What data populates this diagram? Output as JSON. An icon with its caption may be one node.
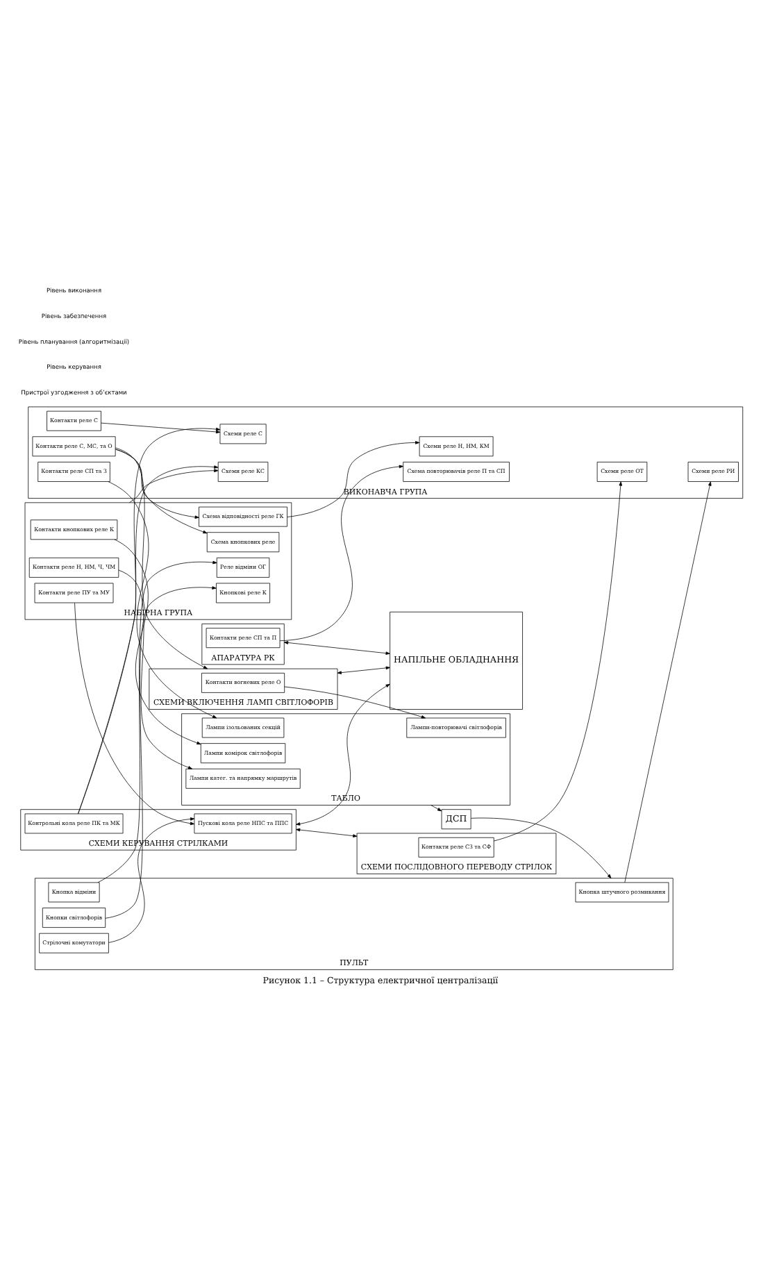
{
  "diagram": {
    "caption": "Рисунок 1.1 – Структура електричної централізації",
    "nodes": [
      {
        "text": [
          "ДСП"
        ]
      },
      {
        "text": [
          "ПУЛЬТ"
        ]
      },
      {
        "text": [
          "Кнопка штучного розмикання"
        ],
        "in": 1
      },
      {
        "text": [
          "Кнопка відміни"
        ],
        "in": 1
      },
      {
        "text": [
          "Кнопки світлофорів"
        ],
        "in": 1
      },
      {
        "text": [
          "Стрілочні комутатори"
        ],
        "in": 1
      },
      {
        "text": [
          "ТАБЛО"
        ]
      },
      {
        "text": [
          "Лампи комірок світлофорів"
        ],
        "in": 6
      },
      {
        "text": [
          "Лампи катег. та напрямку маршрутів"
        ],
        "in": 6
      },
      {
        "text": [
          "Лампи-повторювачі світлофорів"
        ],
        "in": 6
      },
      {
        "text": [
          "Лампи ізольованих секцій"
        ],
        "in": 6
      },
      {
        "text": [
          "НАБІРНА ГРУПА"
        ]
      },
      {
        "text": [
          "Контакти кнопкових реле К"
        ],
        "in": 11
      },
      {
        "text": [
          "Кнопкові реле К"
        ],
        "in": 11
      },
      {
        "text": [
          "Реле відміни ОГ"
        ],
        "in": 11
      },
      {
        "text": [
          "Контакти реле Н, НМ, Ч, ЧМ"
        ],
        "in": 11
      },
      {
        "text": [
          "Контакти реле ПУ та МУ"
        ],
        "in": 11
      },
      {
        "text": [
          "Схема кнопкових реле"
        ],
        "in": 11
      },
      {
        "text": [
          "Схема відповідності реле ГК"
        ],
        "in": 11
      },
      {
        "text": [
          "ВИКОНАВЧА ГРУПА"
        ]
      },
      {
        "text": [
          "Схеми реле КС"
        ],
        "in": 19
      },
      {
        "text": [
          "Схеми реле С"
        ],
        "in": 19
      },
      {
        "text": [
          "Схеми реле ОТ"
        ],
        "in": 19
      },
      {
        "text": [
          "Схеми реле РИ"
        ],
        "in": 19
      },
      {
        "text": [
          "Контакти реле С"
        ],
        "in": 19
      },
      {
        "text": [
          "Схеми реле Н, НМ, КМ"
        ],
        "in": 19
      },
      {
        "text": [
          "Схема повторювачів реле П та СП"
        ],
        "in": 19
      },
      {
        "text": [
          "Контакти реле С, МС, та О"
        ],
        "in": 19
      },
      {
        "text": [
          "Контакти реле СП та З"
        ],
        "in": 19
      },
      {
        "text": [
          "СХЕМИ КЕРУВАННЯ СТРІЛКАМИ"
        ]
      },
      {
        "text": [
          "Пускові кола реле НПС та ППС"
        ],
        "in": 29
      },
      {
        "text": [
          "Контрольні кола реле ПК та МК"
        ],
        "in": 29
      },
      {
        "text": [
          "СХЕМИ ПОСЛІДОВНОГО ПЕРЕВОДУ СТРІЛОК"
        ]
      },
      {
        "text": [
          "Контакти реле СЗ та СФ"
        ],
        "in": 32
      },
      {
        "text": [
          "СХЕМИ ВКЛЮЧЕННЯ ЛАМП СВІТЛОФОРІВ"
        ]
      },
      {
        "text": [
          "Контакти вогневих реле О"
        ],
        "in": 34
      },
      {
        "text": [
          "АПАРАТУРА РК"
        ]
      },
      {
        "text": [
          "Контакти реле СП та П"
        ],
        "in": 36
      },
      {
        "text": [
          "НАПІЛЬНЕ ОБЛАДНАННЯ"
        ]
      }
    ],
    "edges": [
      {
        "from": 6,
        "to": 0,
        "arrow": "to"
      },
      {
        "from": 0,
        "to": 1,
        "arrow": "to"
      },
      {
        "from": 4,
        "to": 13,
        "arrow": "to"
      },
      {
        "from": 3,
        "to": 14,
        "arrow": "to"
      },
      {
        "from": 2,
        "to": 23,
        "arrow": "to"
      },
      {
        "from": 5,
        "to": 30,
        "arrow": "to"
      },
      {
        "from": 16,
        "to": 30,
        "arrow": "to"
      },
      {
        "from": 12,
        "to": 7,
        "arrow": "to"
      },
      {
        "from": 15,
        "to": 8,
        "arrow": "to"
      },
      {
        "from": 35,
        "to": 9,
        "arrow": "to"
      },
      {
        "from": 28,
        "to": 10,
        "arrow": "to"
      },
      {
        "from": 18,
        "to": 25,
        "arrow": "to"
      },
      {
        "from": 27,
        "to": 17,
        "arrow": "to"
      },
      {
        "from": 27,
        "to": 18,
        "arrow": "to"
      },
      {
        "from": 27,
        "to": 34,
        "arrow": "to"
      },
      {
        "from": 37,
        "to": 26,
        "arrow": "to"
      },
      {
        "from": 11,
        "to": 20,
        "arrow": "to"
      },
      {
        "from": 31,
        "to": 20,
        "arrow": "to"
      },
      {
        "from": 31,
        "to": 21,
        "arrow": "to"
      },
      {
        "from": 24,
        "to": 21,
        "arrow": "to"
      },
      {
        "from": 33,
        "to": 22,
        "arrow": "to"
      },
      {
        "from": 29,
        "to": 32,
        "arrow": "both"
      },
      {
        "from": 29,
        "to": 38,
        "arrow": "both"
      },
      {
        "from": 34,
        "to": 38,
        "arrow": "both"
      },
      {
        "from": 36,
        "to": 38,
        "arrow": "both"
      }
    ],
    "labels": [
      "Рівень виконання",
      "Рівень забезпечення",
      "Рівень планування (алгоритмізації)",
      "Рівень керування",
      "Пристрої узгодження з об’єктами"
    ]
  }
}
